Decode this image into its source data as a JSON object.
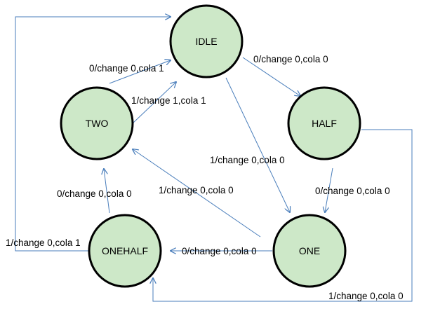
{
  "diagram": {
    "colors": {
      "node_fill": "#cde8c8",
      "node_stroke": "#000000",
      "edge": "#4a7ebb"
    },
    "states": {
      "idle": "IDLE",
      "half": "HALF",
      "two": "TWO",
      "one": "ONE",
      "onehalf": "ONEHALF"
    },
    "transitions": {
      "idle_to_half": "0/change 0,cola 0",
      "two_to_idle_upper": "0/change 0,cola 1",
      "two_to_idle_lower": "1/change 1,cola 1",
      "idle_to_one": "1/change 0,cola 0",
      "half_to_one": "0/change 0,cola 0",
      "one_to_two": "1/change 0,cola 0",
      "onehalf_to_two": "0/change 0,cola 0",
      "one_to_onehalf": "0/change 0,cola 0",
      "onehalf_to_idle": "1/change 0,cola 1",
      "half_to_onehalf": "1/change 0,cola 0"
    }
  }
}
